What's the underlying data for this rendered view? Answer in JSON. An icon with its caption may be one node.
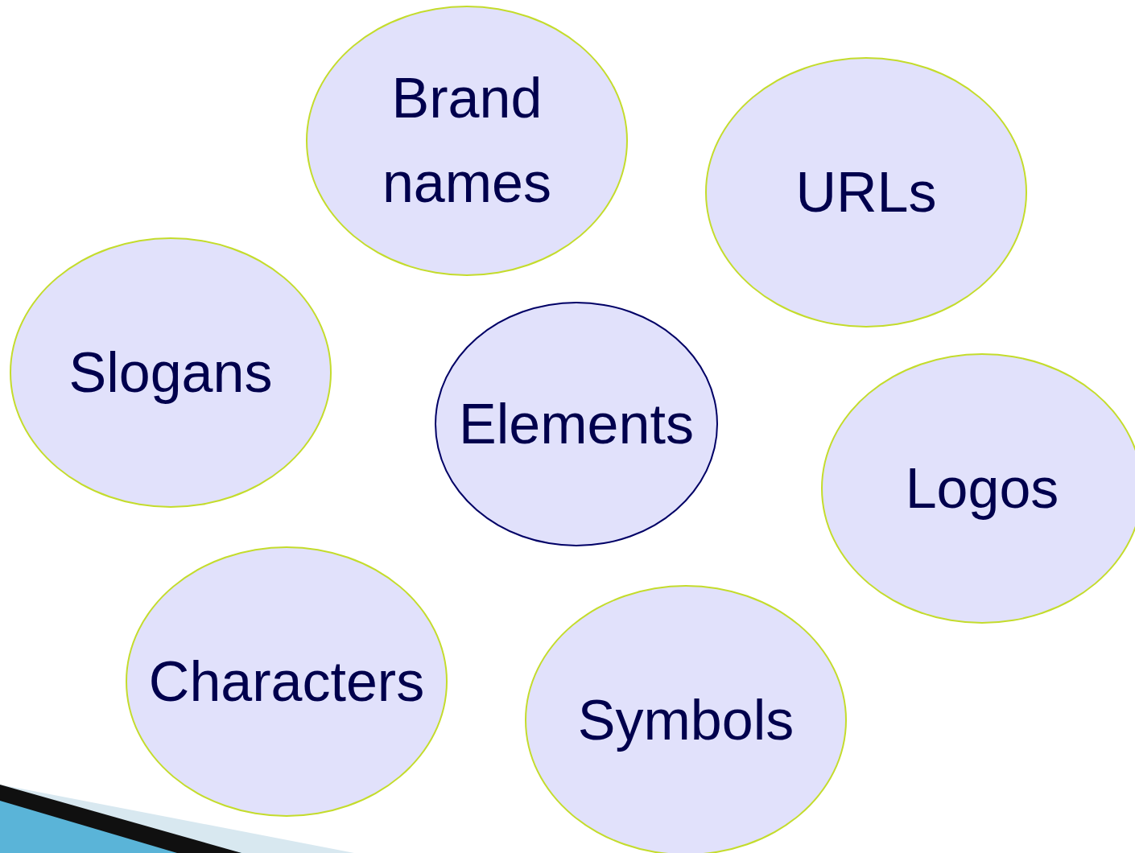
{
  "diagram": {
    "nodes": [
      {
        "text": [
          "Brand names"
        ]
      },
      {
        "text": [
          "URLs"
        ]
      },
      {
        "text": [
          "Slogans"
        ]
      },
      {
        "text": [
          "Elements"
        ]
      },
      {
        "text": [
          "Logos"
        ]
      },
      {
        "text": [
          "Characters"
        ]
      },
      {
        "text": [
          "Symbols"
        ]
      }
    ]
  }
}
